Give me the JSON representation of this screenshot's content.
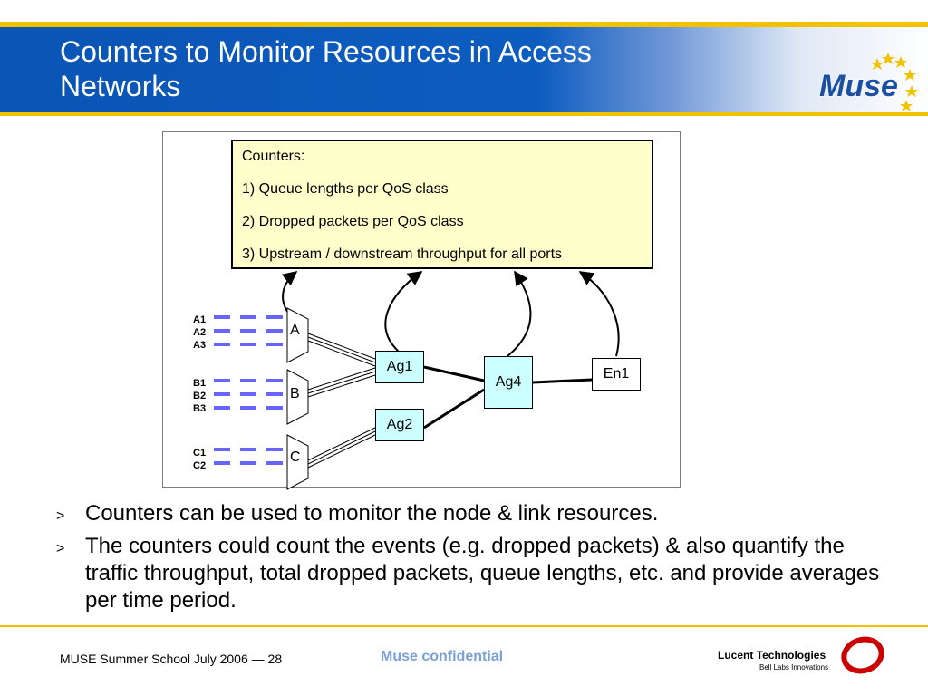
{
  "slide": {
    "title": "Counters to Monitor Resources in Access Networks"
  },
  "logo": {
    "text": "Muse",
    "icon": "muse-stars-logo"
  },
  "diagram": {
    "counters_heading": "Counters:",
    "counters_items": [
      "1) Queue lengths per QoS class",
      "2) Dropped packets per QoS class",
      "3) Upstream / downstream throughput for all ports"
    ],
    "nodes": {
      "a": "A",
      "b": "B",
      "c": "C",
      "ag1": "Ag1",
      "ag2": "Ag2",
      "ag4": "Ag4",
      "en1": "En1"
    },
    "ports": {
      "a1": "A1",
      "a2": "A2",
      "a3": "A3",
      "b1": "B1",
      "b2": "B2",
      "b3": "B3",
      "c1": "C1",
      "c2": "C2"
    },
    "colors": {
      "counters_fill": "#ffffcc",
      "node_fill": "#ccffff",
      "port_line": "#6666ff"
    }
  },
  "bullets": [
    "Counters can be used to monitor the node & link resources.",
    "The counters could count the events (e.g. dropped packets) & also quantify the traffic throughput, total dropped packets, queue lengths, etc. and provide averages per time period."
  ],
  "bullet_marker": ">",
  "footer": {
    "left": "MUSE Summer School July 2006 — 28",
    "middle": "Muse confidential",
    "company": "Lucent Technologies",
    "tagline": "Bell Labs Innovations",
    "company_icon": "lucent-ring-logo"
  },
  "colors": {
    "banner_blue": "#0c5cc0",
    "accent_gold": "#f2c200",
    "confidential_blue": "#7aa0d8",
    "lucent_red": "#cc0000"
  }
}
